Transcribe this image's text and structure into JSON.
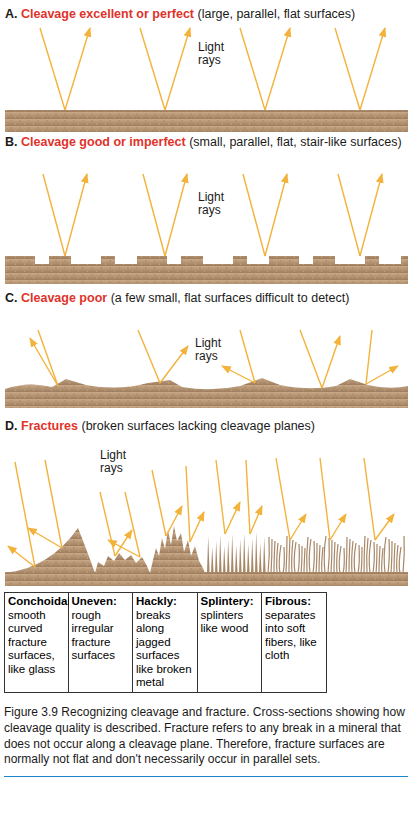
{
  "diagram": {
    "caption": "Figure 3.9 Recognizing cleavage and fracture. Cross-sections showing how cleavage quality is described. Fracture refers to any break in a mineral that does not occur along a cleavage plane. Therefore, fracture surfaces are normally not flat and don't necessarily occur in parallel sets.",
    "labels": [
      "A.",
      "Cleavage excellent or perfect",
      "(large, parallel, flat surfaces)",
      "Light rays",
      "B.",
      "Cleavage good or imperfect",
      "(small, parallel, flat, stair-like surfaces)",
      "Light rays",
      "C.",
      "Cleavage poor",
      "(a few small, flat surfaces difficult to detect)",
      "Light rays",
      "D.",
      "Fractures",
      "(broken surfaces lacking cleavage planes)",
      "Light rays",
      "Conchoidal:",
      "smooth curved fracture surfaces, like glass",
      "Uneven:",
      "rough irregular fracture surfaces",
      "Hackly:",
      "breaks along jagged surfaces like broken metal",
      "Splintery:",
      "splinters like wood",
      "Fibrous:",
      "separates into soft fibers, like cloth"
    ]
  }
}
